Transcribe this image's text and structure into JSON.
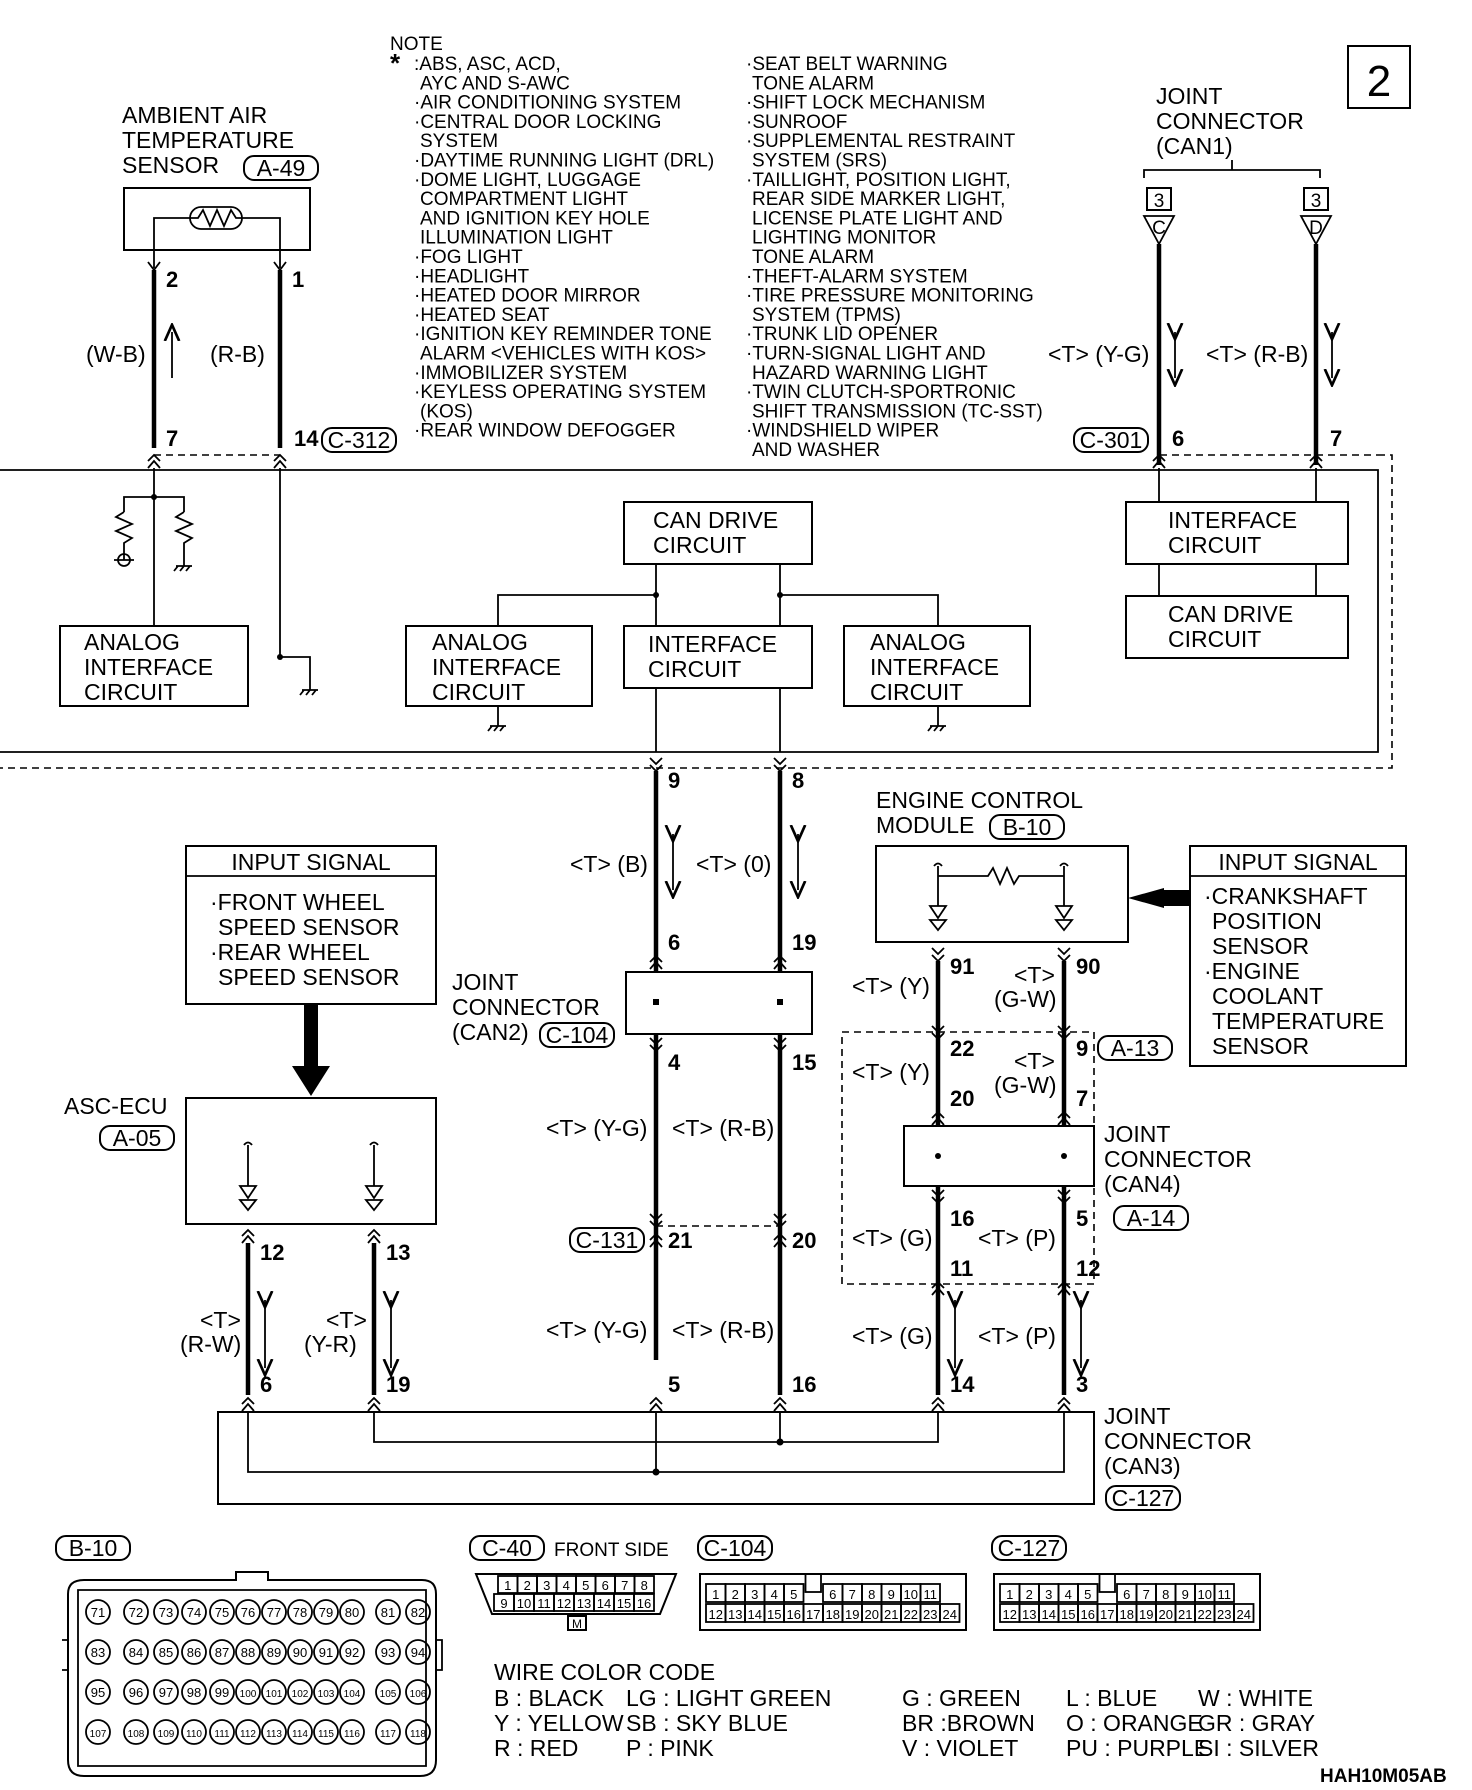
{
  "page_number": "2",
  "note": {
    "heading": "NOTE",
    "marker": "*",
    "col1": [
      ":ABS, ASC, ACD,",
      "AYC AND S-AWC",
      "·AIR CONDITIONING SYSTEM",
      "·CENTRAL DOOR LOCKING",
      "SYSTEM",
      "·DAYTIME RUNNING LIGHT (DRL)",
      "·DOME LIGHT, LUGGAGE",
      "COMPARTMENT LIGHT",
      "AND IGNITION KEY HOLE",
      "ILLUMINATION LIGHT",
      "·FOG LIGHT",
      "·HEADLIGHT",
      "·HEATED DOOR MIRROR",
      "·HEATED SEAT",
      "·IGNITION KEY REMINDER TONE",
      "ALARM <VEHICLES WITH KOS>",
      "·IMMOBILIZER SYSTEM",
      "·KEYLESS OPERATING SYSTEM",
      "(KOS)",
      "·REAR WINDOW DEFOGGER"
    ],
    "col2": [
      "·SEAT BELT WARNING",
      "TONE ALARM",
      "·SHIFT LOCK MECHANISM",
      "·SUNROOF",
      "·SUPPLEMENTAL RESTRAINT",
      "SYSTEM (SRS)",
      "·TAILLIGHT, POSITION LIGHT,",
      "REAR SIDE MARKER LIGHT,",
      "LICENSE PLATE LIGHT AND",
      "LIGHTING MONITOR",
      "TONE ALARM",
      "·THEFT-ALARM SYSTEM",
      "·TIRE PRESSURE MONITORING",
      "SYSTEM (TPMS)",
      "·TRUNK LID OPENER",
      "·TURN-SIGNAL LIGHT AND",
      "HAZARD WARNING LIGHT",
      "·TWIN CLUTCH-SPORTRONIC",
      "SHIFT TRANSMISSION (TC-SST)",
      "·WINDSHIELD WIPER",
      "AND WASHER"
    ]
  },
  "labels": {
    "ambient": [
      "AMBIENT AIR",
      "TEMPERATURE",
      "SENSOR"
    ],
    "ambient_ref": "A-49",
    "can1": [
      "JOINT",
      "CONNECTOR",
      "(CAN1)"
    ],
    "can1_c": "C",
    "can1_d": "D",
    "can1_box": "3",
    "can_drive": [
      "CAN DRIVE",
      "CIRCUIT"
    ],
    "interface": [
      "INTERFACE",
      "CIRCUIT"
    ],
    "analog": [
      "ANALOG",
      "INTERFACE",
      "CIRCUIT"
    ],
    "ecm": [
      "ENGINE CONTROL",
      "MODULE"
    ],
    "ecm_ref": "B-10",
    "input_signal": "INPUT SIGNAL",
    "input_left": [
      "·FRONT WHEEL",
      "SPEED SENSOR",
      "·REAR WHEEL",
      "SPEED SENSOR"
    ],
    "input_right": [
      "·CRANKSHAFT",
      "POSITION",
      "SENSOR",
      "·ENGINE",
      "COOLANT",
      "TEMPERATURE",
      "SENSOR"
    ],
    "can2": [
      "JOINT",
      "CONNECTOR",
      "(CAN2)"
    ],
    "can2_ref": "C-104",
    "asc": "ASC-ECU",
    "asc_ref": "A-05",
    "can4": [
      "JOINT",
      "CONNECTOR",
      "(CAN4)"
    ],
    "can4_ref": "A-14",
    "can3": [
      "JOINT",
      "CONNECTOR",
      "(CAN3)"
    ],
    "can3_ref": "C-127",
    "ref_c312": "C-312",
    "ref_c301": "C-301",
    "ref_c131": "C-131",
    "ref_a13": "A-13"
  },
  "wires": {
    "wb": "(W-B)",
    "rb": "(R-B)",
    "t_yg": "<T> (Y-G)",
    "t_rb": "<T> (R-B)",
    "t_b": "<T> (B)",
    "t_o": "<T> (0)",
    "t_y": "<T> (Y)",
    "t_g": "<T> (G)",
    "t_p": "<T> (P)",
    "t": "<T>",
    "gw": "(G-W)",
    "rw": "(R-W)",
    "yr": "(Y-R)"
  },
  "pins": {
    "p2": "2",
    "p1": "1",
    "p7": "7",
    "p14": "14",
    "p6": "6",
    "p9": "9",
    "p8": "8",
    "p19": "19",
    "p4": "4",
    "p15": "15",
    "p21": "21",
    "p20": "20",
    "p5": "5",
    "p16": "16",
    "p91": "91",
    "p90": "90",
    "p22": "22",
    "p12": "12",
    "p13": "13",
    "p11": "11",
    "p3": "3"
  },
  "bottom": {
    "b10": "B-10",
    "c40": "C-40",
    "front_side": "FRONT SIDE",
    "c104": "C-104",
    "c127": "C-127",
    "m": "M",
    "b10_rows": [
      [
        "71",
        "72",
        "73",
        "74",
        "75",
        "76",
        "77",
        "78",
        "79",
        "80",
        "81",
        "82"
      ],
      [
        "83",
        "84",
        "85",
        "86",
        "87",
        "88",
        "89",
        "90",
        "91",
        "92",
        "93",
        "94"
      ],
      [
        "95",
        "96",
        "97",
        "98",
        "99",
        "100",
        "101",
        "102",
        "103",
        "104",
        "105",
        "106"
      ],
      [
        "107",
        "108",
        "109",
        "110",
        "111",
        "112",
        "113",
        "114",
        "115",
        "116",
        "117",
        "118"
      ]
    ],
    "c40_rows": [
      [
        "1",
        "2",
        "3",
        "4",
        "5",
        "6",
        "7",
        "8"
      ],
      [
        "9",
        "10",
        "11",
        "12",
        "13",
        "14",
        "15",
        "16"
      ]
    ],
    "c24_rows": [
      [
        "1",
        "2",
        "3",
        "4",
        "5",
        "",
        "6",
        "7",
        "8",
        "9",
        "10",
        "11"
      ],
      [
        "12",
        "13",
        "14",
        "15",
        "16",
        "17",
        "18",
        "19",
        "20",
        "21",
        "22",
        "23",
        "24"
      ]
    ]
  },
  "color_code": {
    "heading": "WIRE COLOR CODE",
    "rows": [
      [
        "B : BLACK",
        "LG : LIGHT GREEN",
        "G : GREEN",
        "L : BLUE",
        "W : WHITE"
      ],
      [
        "Y : YELLOW",
        "SB : SKY BLUE",
        "BR :BROWN",
        "O : ORANGE",
        "GR : GRAY"
      ],
      [
        "R : RED",
        "P : PINK",
        "V : VIOLET",
        "PU : PURPLE",
        "SI : SILVER"
      ]
    ]
  },
  "code": "HAH10M05AB"
}
